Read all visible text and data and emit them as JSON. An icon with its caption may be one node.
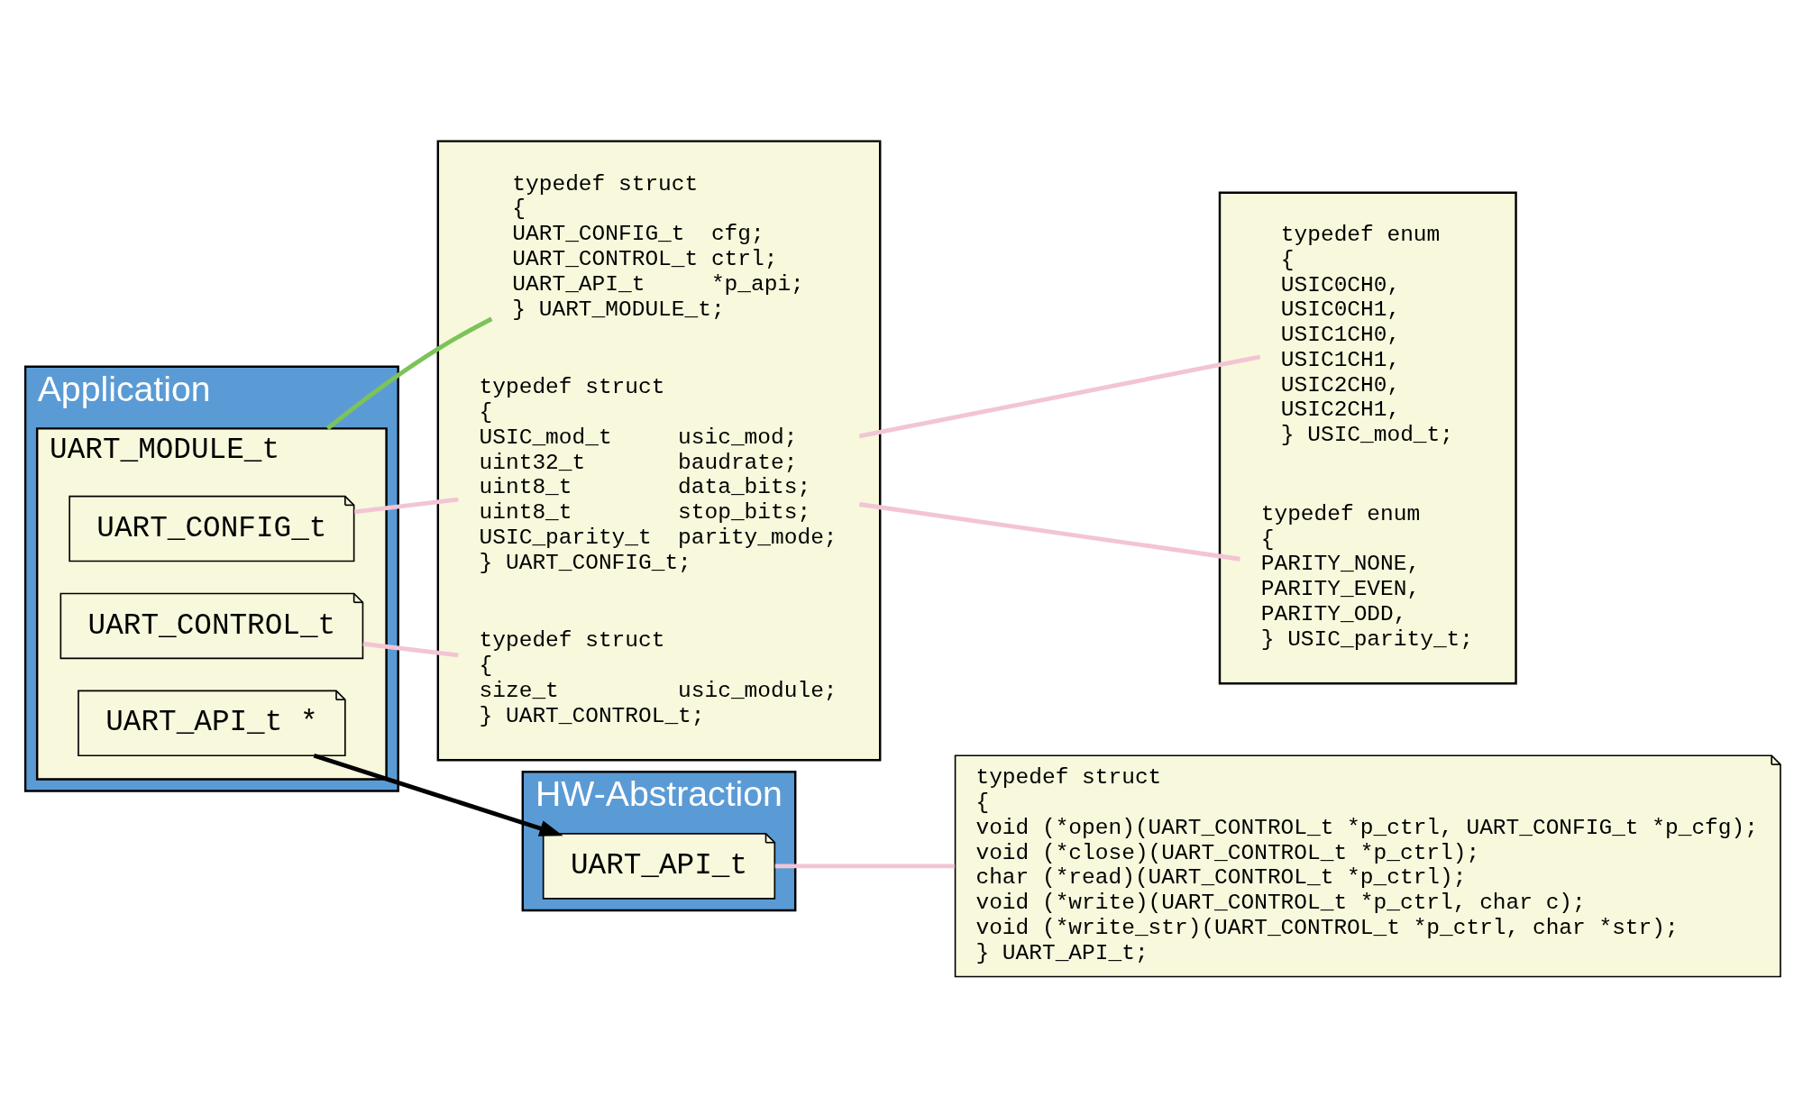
{
  "diagram": {
    "nodes": [
      {
        "text": [
          "Application"
        ]
      },
      {
        "text": [
          "UART_MODULE_t"
        ],
        "in": 0
      },
      {
        "text": [
          "UART_CONFIG_t"
        ],
        "in": 1
      },
      {
        "text": [
          "UART_CONTROL_t"
        ],
        "in": 1
      },
      {
        "text": [
          "UART_API_t *"
        ],
        "in": 1
      },
      {
        "text": [
          "HW-Abstraction"
        ]
      },
      {
        "text": [
          "UART_API_t"
        ],
        "in": 5
      },
      {
        "text": [],
        "shape": "box"
      },
      {
        "text": [
          "typedef struct",
          "{",
          "USIC_mod_t     usic_mod;",
          "uint32_t       baudrate;",
          "uint8_t        data_bits;",
          "uint8_t        stop_bits;",
          "USIC_parity_t  parity_mode;",
          "} UART_CONFIG_t;"
        ],
        "in": 7
      },
      {
        "text": [
          "typedef struct",
          "{",
          "size_t         usic_module;",
          "} UART_CONTROL_t;"
        ],
        "in": 7
      },
      {
        "text": [
          "typedef struct",
          "{",
          "UART_CONFIG_t  cfg;",
          "UART_CONTROL_t ctrl;",
          "UART_API_t     *p_api;",
          "} UART_MODULE_t;"
        ],
        "in": 7
      },
      {
        "text": [],
        "shape": "box"
      },
      {
        "text": [
          "typedef enum",
          "{",
          "USIC0CH0,",
          "USIC0CH1,",
          "USIC1CH0,",
          "USIC1CH1,",
          "USIC2CH0,",
          "USIC2CH1,",
          "} USIC_mod_t;"
        ],
        "in": 11
      },
      {
        "text": [
          "typedef enum",
          "{",
          "PARITY_NONE,",
          "PARITY_EVEN,",
          "PARITY_ODD,",
          "} USIC_parity_t;"
        ],
        "in": 11
      },
      {
        "text": [
          "typedef struct",
          "{",
          "void (*open)(UART_CONTROL_t *p_ctrl, UART_CONFIG_t *p_cfg);",
          "void (*close)(UART_CONTROL_t *p_ctrl);",
          "char (*read)(UART_CONTROL_t *p_ctrl);",
          "void (*write)(UART_CONTROL_t *p_ctrl, char c);",
          "void (*write_str)(UART_CONTROL_t *p_ctrl, char *str);",
          "} UART_API_t;"
        ]
      }
    ],
    "edges": [
      {
        "from": 4,
        "to": 6,
        "arrow": "to",
        "color": "#000000"
      },
      {
        "from": 2,
        "to": 8,
        "arrow": "none"
      },
      {
        "from": 3,
        "to": 9,
        "arrow": "none"
      },
      {
        "from": 1,
        "to": 10,
        "arrow": "none",
        "color": "#7cc35a"
      },
      {
        "from": 8,
        "to": 12,
        "arrow": "none"
      },
      {
        "from": 8,
        "to": 13,
        "arrow": "none"
      },
      {
        "from": 6,
        "to": 14,
        "arrow": "none"
      }
    ]
  }
}
